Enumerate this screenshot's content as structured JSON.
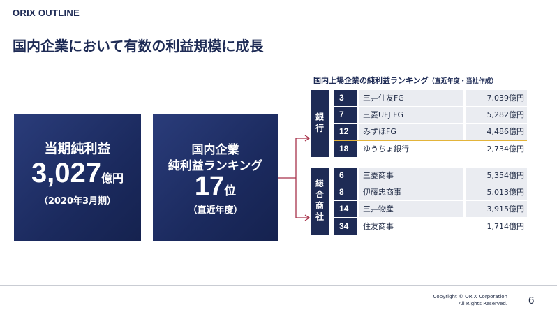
{
  "header": {
    "brand": "ORIX OUTLINE"
  },
  "headline": "国内企業において有数の利益規模に成長",
  "net_income_box": {
    "label": "当期純利益",
    "value": "3,027",
    "unit": "億円",
    "period": "（2020年3月期）"
  },
  "ranking_box": {
    "line1": "国内企業",
    "line2": "純利益ランキング",
    "value": "17",
    "unit": "位",
    "period": "（直近年度）"
  },
  "ranking_table": {
    "title": "国内上場企業の純利益ランキング",
    "subtitle": "（直近年度・当社作成）",
    "groups": [
      {
        "label": "銀行",
        "rows": [
          {
            "rank": "3",
            "company": "三井住友FG",
            "amount": "7,039億円"
          },
          {
            "rank": "7",
            "company": "三菱UFJ FG",
            "amount": "5,282億円"
          },
          {
            "rank": "12",
            "company": "みずほFG",
            "amount": "4,486億円"
          },
          {
            "rank": "18",
            "company": "ゆうちょ銀行",
            "amount": "2,734億円"
          }
        ]
      },
      {
        "label": "総合商社",
        "rows": [
          {
            "rank": "6",
            "company": "三菱商事",
            "amount": "5,354億円"
          },
          {
            "rank": "8",
            "company": "伊藤忠商事",
            "amount": "5,013億円"
          },
          {
            "rank": "14",
            "company": "三井物産",
            "amount": "3,915億円"
          },
          {
            "rank": "34",
            "company": "住友商事",
            "amount": "1,714億円"
          }
        ]
      }
    ]
  },
  "footer": {
    "copyright_line1": "Copyright © ORIX Corporation",
    "copyright_line2": "All Rights Reserved.",
    "page_number": "6"
  },
  "colors": {
    "navy": "#1e2b55",
    "highlight_line": "#e3b43a",
    "connector": "#a8324a",
    "row_fill": "#eaecf1"
  }
}
